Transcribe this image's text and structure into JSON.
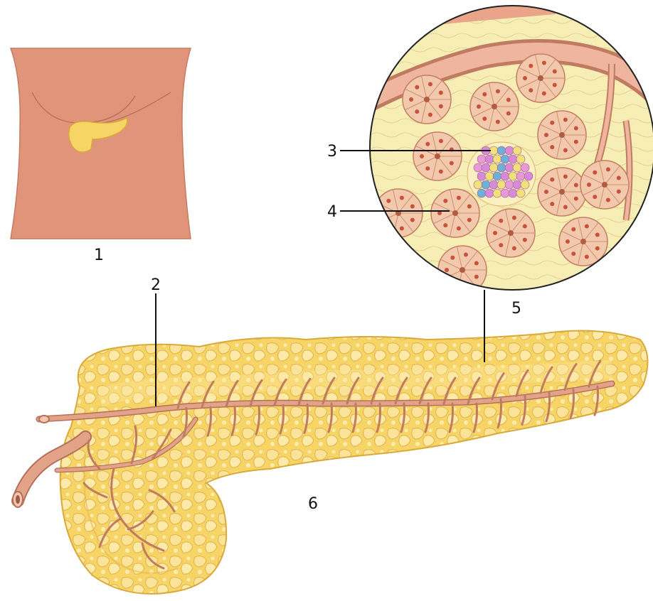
{
  "labels": {
    "l1": "1",
    "l2": "2",
    "l3": "3",
    "l4": "4",
    "l5": "5",
    "l6": "6"
  },
  "colors": {
    "skin": "#e0957a",
    "skin_outline": "#c77a62",
    "pancreas_fill": "#f7d466",
    "pancreas_light": "#fbe8a0",
    "pancreas_outline": "#d9a93a",
    "duct": "#e3a389",
    "duct_outline": "#b5705a",
    "circle_bg": "#f6eeb4",
    "acinus": "#e9a48a",
    "islet_pink": "#d78ad8",
    "islet_blue": "#6fb0d8",
    "islet_yellow": "#f3e07a"
  }
}
